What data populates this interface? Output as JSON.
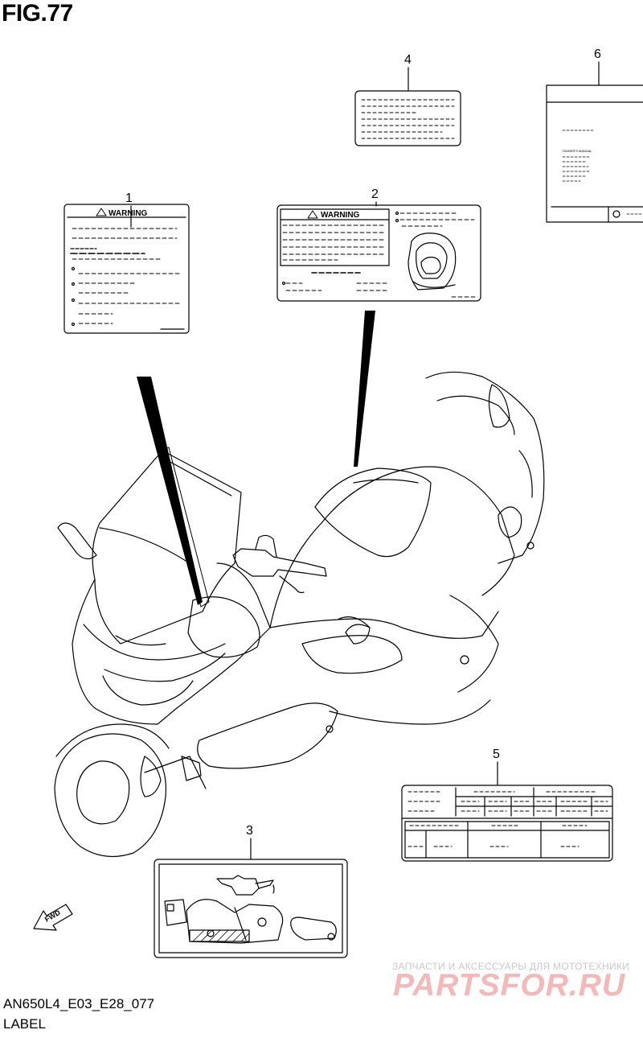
{
  "figure": {
    "title": "FIG.77",
    "code": "AN650L4_E03_E28_077",
    "caption": "LABEL"
  },
  "callouts": [
    "1",
    "2",
    "3",
    "4",
    "5",
    "6"
  ],
  "labels": {
    "warning_text": "WARNING",
    "manual_heading": "OWNER'S MANUAL",
    "fwd_text": "FWD"
  },
  "watermark": {
    "line1": "ЗАПЧАСТИ И АКСЕССУАРЫ ДЛЯ МОТОТЕХНИКИ",
    "brand": "PARTSFOR.RU"
  },
  "colors": {
    "ink": "#000000",
    "paper": "#ffffff",
    "watermark_text": "#c9c9c9",
    "watermark_brand": "#f3b9b9"
  }
}
